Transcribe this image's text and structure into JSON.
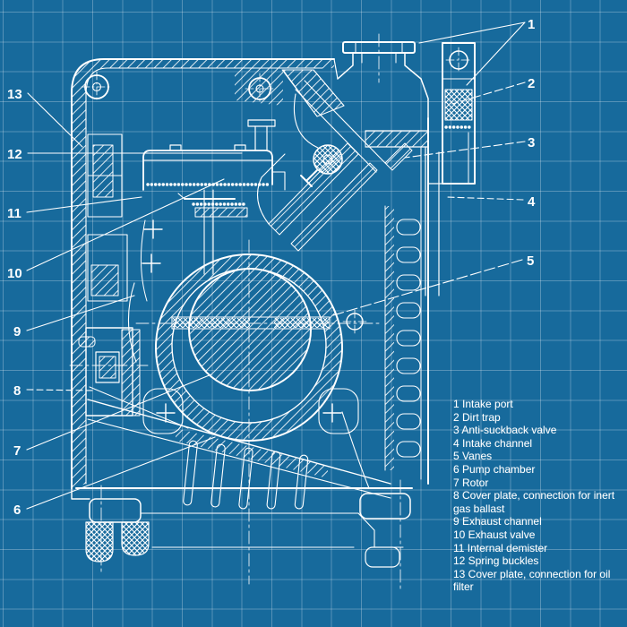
{
  "colors": {
    "background": "#176a9c",
    "grid_line": "rgba(255,255,255,0.27)",
    "drawing_line": "#ffffff",
    "text": "#ffffff"
  },
  "callouts": {
    "left": [
      "13",
      "12",
      "11",
      "10",
      "9",
      "8",
      "7",
      "6"
    ],
    "right": [
      "1",
      "2",
      "3",
      "4",
      "5"
    ]
  },
  "legend": {
    "items": [
      "1 Intake port",
      "2 Dirt trap",
      "3 Anti-suckback valve",
      "4 Intake channel",
      "5 Vanes",
      "6 Pump chamber",
      "7 Rotor",
      "8 Cover plate, connection for inert gas ballast",
      "9 Exhaust channel",
      "10 Exhaust valve",
      "11 Internal demister",
      "12 Spring buckles",
      "13 Cover plate, connection for oil filter"
    ]
  }
}
